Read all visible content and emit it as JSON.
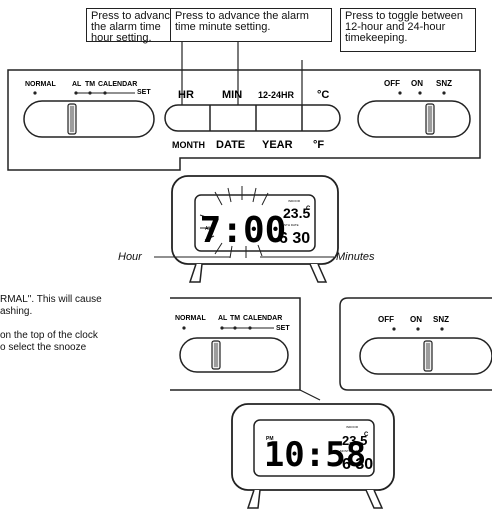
{
  "callouts": {
    "hour": "Press to advance the alarm time hour setting.",
    "minute": "Press to advance the alarm time minute setting.",
    "toggle": "Press to toggle between 12-hour and 24-hour timekeeping."
  },
  "top_panel": {
    "mode_labels": [
      "NORMAL",
      "AL",
      "TM",
      "CALENDAR",
      "SET"
    ],
    "button_top_labels": [
      "HR",
      "MIN",
      "12-24HR",
      "°C"
    ],
    "button_bottom_labels": [
      "MONTH",
      "DATE",
      "YEAR",
      "°F"
    ],
    "snooze_labels": [
      "OFF",
      "ON",
      "SNZ"
    ]
  },
  "clock1": {
    "time": "7:00",
    "temp": "23.5",
    "temp_unit": "C",
    "date": "6 30",
    "ampm": "AL",
    "month_day_tag": "MONTH DATE",
    "indoor_tag": "INDOOR"
  },
  "annotations": {
    "hour": "Hour",
    "minutes": "Minutes"
  },
  "text": {
    "line1": "RMAL\". This will cause",
    "line2": "ashing.",
    "line3": "on the top of the clock",
    "line4": "o select the snooze"
  },
  "bottom_left_panel": {
    "mode_labels": [
      "NORMAL",
      "AL",
      "TM",
      "CALENDAR",
      "SET"
    ]
  },
  "bottom_right_panel": {
    "snooze_labels": [
      "OFF",
      "ON",
      "SNZ"
    ]
  },
  "clock2": {
    "ampm": "PM",
    "time": "10:58",
    "temp": "23.5",
    "temp_unit": "C",
    "date": "6 30",
    "month_day_tag": "MONTH DATE",
    "indoor_tag": "INDOOR"
  }
}
